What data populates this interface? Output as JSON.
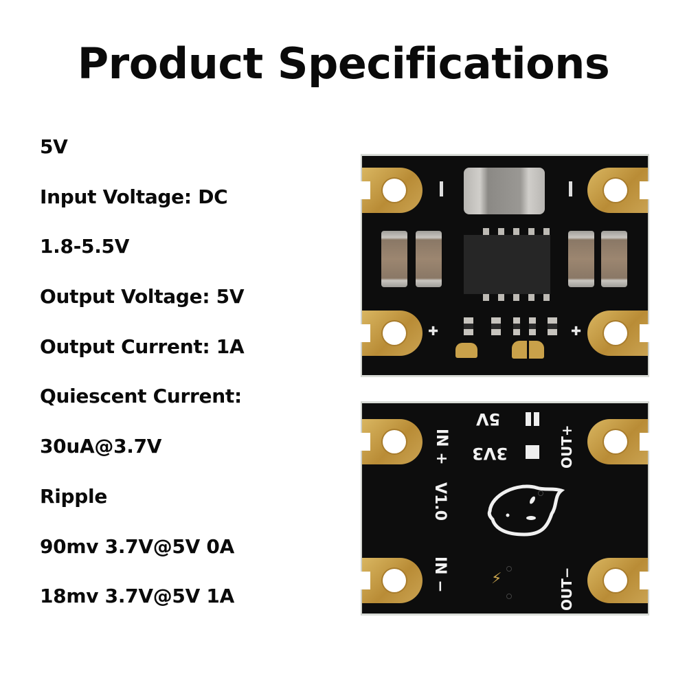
{
  "title": "Product Specifications",
  "specs": [
    "5V",
    "Input Voltage: DC",
    "1.8-5.5V",
    "Output Voltage: 5V",
    "Output Current: 1A",
    "Quiescent Current:",
    "30uA@3.7V",
    "Ripple",
    "90mv 3.7V@5V 0A",
    "18mv 3.7V@5V 1A"
  ],
  "board_bottom": {
    "labels": {
      "in_plus": "IN +",
      "in_minus": "IN −",
      "version": "V1.0",
      "v5": "5V",
      "v3v3": "3V3",
      "out_plus": "OUT+",
      "out_minus": "OUT−"
    }
  },
  "colors": {
    "pcb": "#0d0d0d",
    "gold_pad": "#c9a14a",
    "text": "#0a0a0a"
  }
}
